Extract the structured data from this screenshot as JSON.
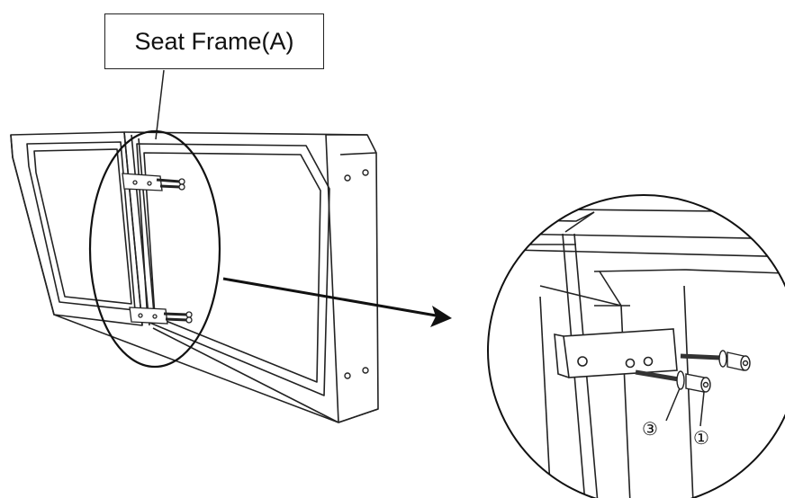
{
  "label": {
    "text": "Seat Frame(A)"
  },
  "callouts": {
    "part_3": "③",
    "part_1": "①"
  },
  "colors": {
    "line": "#222222",
    "background": "#ffffff"
  }
}
